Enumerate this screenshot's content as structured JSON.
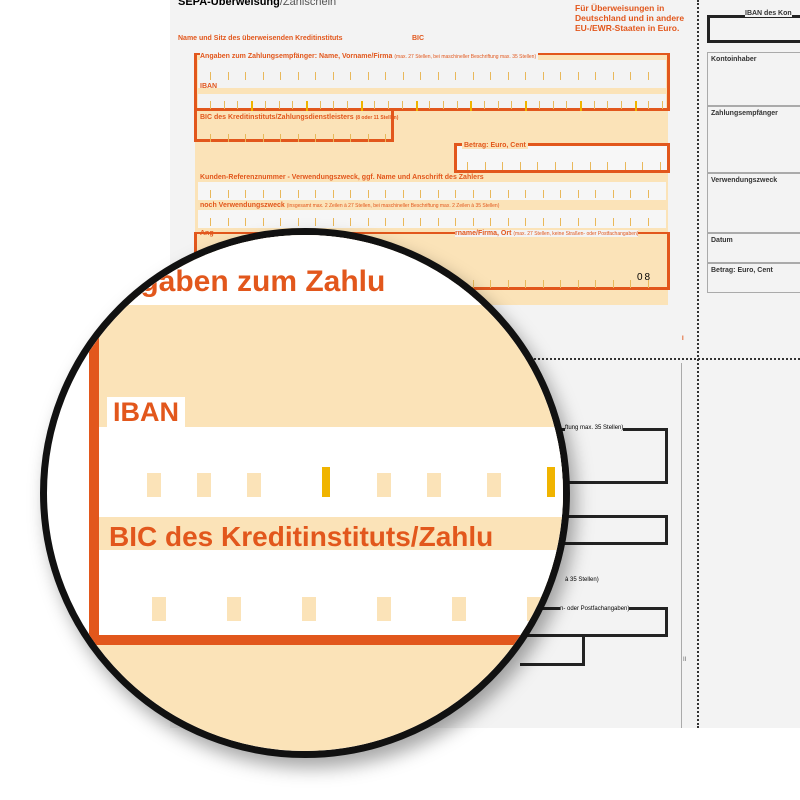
{
  "form": {
    "title_bold": "SEPA-Überweisung",
    "title_rest": "/Zahlschein",
    "bank_label": "Name und Sitz des überweisenden Kreditinstituts",
    "bic_label": "BIC",
    "note": "Für Überweisungen in Deutschland und in andere EU-/EWR-Staaten in Euro.",
    "payee_label": "Angaben zum Zahlungsempfänger:",
    "payee_sub": "Name, Vorname/Firma",
    "payee_hint": "(max. 27 Stellen, bei maschineller Beschriftung max. 35 Stellen)",
    "iban_label": "IBAN",
    "bic2_label": "BIC des Kreditinstituts/Zahlungsdienstleisters",
    "bic2_hint": "(8 oder 11 Stellen)",
    "amount_label": "Betrag: Euro, Cent",
    "ref_label": "Kunden-Referenznummer - Verwendungszweck, ggf. Name und Anschrift des Zahlers",
    "ref2_label": "noch Verwendungszweck",
    "ref2_hint": "(insgesamt max. 2 Zeilen à 27 Stellen, bei maschineller Beschriftung max. 2 Zeilen à 35 Stellen)",
    "payer_label_start": "Ang",
    "payer_label_end": "rname/Firma, Ort",
    "payer_hint": "(max. 27 Stellen, keine Straßen- oder Postfachangaben)",
    "code": "08",
    "mark": "I"
  },
  "stub": {
    "iban": "IBAN des Kon",
    "rows": [
      "Kontoinhaber",
      "Zahlungsempfänger",
      "Verwendungszweck",
      "Datum",
      "Betrag: Euro, Cent"
    ]
  },
  "lower": {
    "hint1": "ftung max. 35 Stellen)",
    "hint2": "à 35 Stellen)",
    "hint3": "n- oder Postfachangaben)",
    "mark": "II"
  },
  "lens": {
    "heading": "ngaben zum Zahlu",
    "iban": "IBAN",
    "bic": "BIC des Kreditinstituts/Zahlu"
  },
  "colors": {
    "accent": "#e2571c",
    "band": "#fbe3b8",
    "tick": "#f0b400"
  }
}
